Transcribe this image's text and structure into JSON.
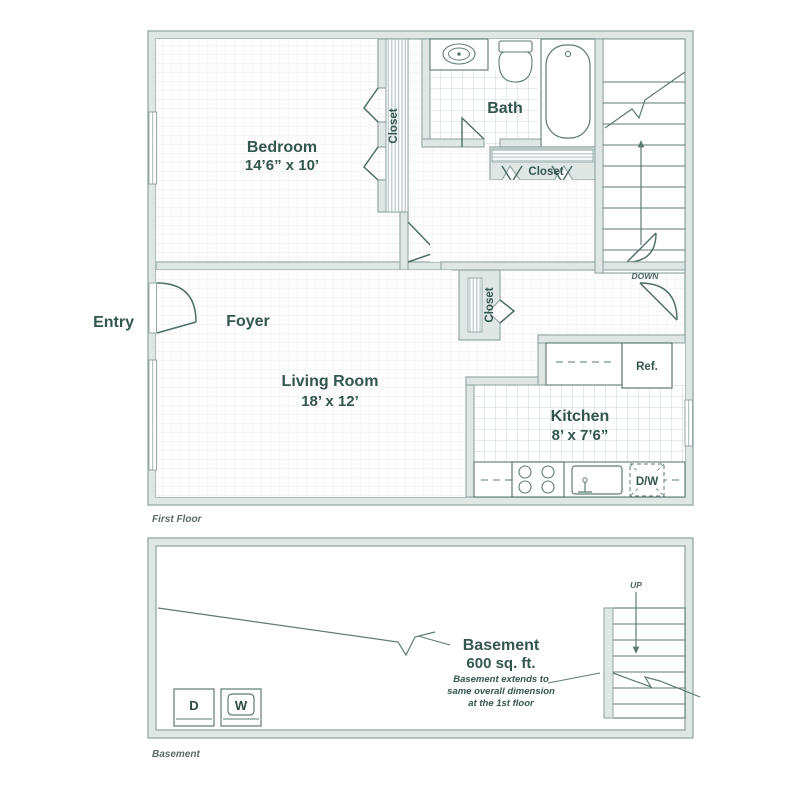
{
  "colors": {
    "background": "#ffffff",
    "wall_stroke": "#93a8a5",
    "wall_fill": "#dfe7e5",
    "interior_fill": "#fcfcfc",
    "text": "#33564f",
    "caption": "#5a6b68",
    "line": "#5d7a75",
    "hatch": "#c3d2d0",
    "tile": "#b9cbc8"
  },
  "floors": [
    {
      "id": "first-floor",
      "caption": "First Floor",
      "rooms": [
        {
          "id": "bedroom",
          "name": "Bedroom",
          "dimensions": "14’6” x 10’"
        },
        {
          "id": "bath",
          "name": "Bath",
          "dimensions": ""
        },
        {
          "id": "foyer",
          "name": "Foyer",
          "dimensions": ""
        },
        {
          "id": "living-room",
          "name": "Living Room",
          "dimensions": "18’ x 12’"
        },
        {
          "id": "kitchen",
          "name": "Kitchen",
          "dimensions": "8’ x 7’6”"
        }
      ],
      "closets": [
        {
          "id": "bedroom-closet",
          "label": "Closet",
          "orientation": "vertical"
        },
        {
          "id": "hall-closet",
          "label": "Closet",
          "orientation": "horizontal"
        },
        {
          "id": "foyer-closet",
          "label": "Closet",
          "orientation": "vertical"
        }
      ],
      "annotations": [
        {
          "id": "entry",
          "label": "Entry"
        },
        {
          "id": "stair-direction",
          "label": "DOWN"
        }
      ],
      "appliances": [
        {
          "id": "refrigerator",
          "label": "Ref."
        },
        {
          "id": "dishwasher",
          "label": "D/W"
        },
        {
          "id": "range",
          "label": ""
        },
        {
          "id": "sink",
          "label": ""
        }
      ],
      "fixtures": [
        {
          "id": "bath-sink",
          "label": ""
        },
        {
          "id": "toilet",
          "label": ""
        },
        {
          "id": "bathtub",
          "label": ""
        }
      ]
    },
    {
      "id": "basement-floor",
      "caption": "Basement",
      "rooms": [
        {
          "id": "basement",
          "name": "Basement",
          "dimensions": "600 sq. ft."
        }
      ],
      "annotations": [
        {
          "id": "stair-direction",
          "label": "UP"
        }
      ],
      "notes": [
        "Basement extends to",
        "same overall dimension",
        "at the 1st floor"
      ],
      "appliances": [
        {
          "id": "dryer",
          "label": "D"
        },
        {
          "id": "washer",
          "label": "W"
        }
      ]
    }
  ]
}
